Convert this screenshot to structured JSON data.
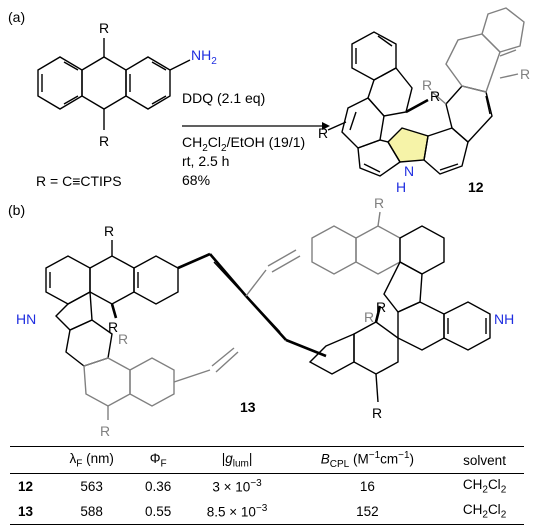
{
  "part_a": {
    "label": "(a)",
    "substituent_R_top": "R",
    "substituent_R_bottom": "R",
    "amine": "NH",
    "amine_sub": "2",
    "r_def_prefix": "R = C",
    "r_def_triple": "≡",
    "r_def_suffix": "CTIPS",
    "reagent": "DDQ (2.1 eq)",
    "solvent_prefix": "CH",
    "solvent_sub1": "2",
    "solvent_mid": "Cl",
    "solvent_sub2": "2",
    "solvent_suffix": "/EtOH (19/1)",
    "conditions": "rt, 2.5 h",
    "yield": "68%",
    "product_R1": "R",
    "product_R2": "R",
    "product_R3": "R",
    "product_R4": "R",
    "product_N": "N",
    "product_H": "H",
    "product_number": "12",
    "colors": {
      "nitrogen": "#1f2ee0",
      "pyrrole_fill": "#f6f3a8",
      "gray_ring": "#808080"
    }
  },
  "part_b": {
    "label": "(b)",
    "left_NH": "HN",
    "right_NH": "NH",
    "R_labels": [
      "R",
      "R",
      "R",
      "R",
      "R",
      "R",
      "R",
      "R"
    ],
    "compound_number": "13"
  },
  "table": {
    "headers": {
      "lambda": "λ",
      "lambda_sub": "F",
      "lambda_unit": " (nm)",
      "phi": "Φ",
      "phi_sub": "F",
      "glum_pre": "|",
      "glum_g": "g",
      "glum_sub": "lum",
      "glum_post": "|",
      "bcpl_b": "B",
      "bcpl_sub": "CPL",
      "bcpl_unit": " (M",
      "bcpl_sup1": "−1",
      "bcpl_mid": "cm",
      "bcpl_sup2": "−1",
      "bcpl_end": ")",
      "solvent": "solvent"
    },
    "rows": [
      {
        "compound": "12",
        "lambda": "563",
        "phi": "0.36",
        "glum_base": "3 × 10",
        "glum_exp": "−3",
        "bcpl": "16",
        "solv_pre": "CH",
        "solv_s1": "2",
        "solv_mid": "Cl",
        "solv_s2": "2"
      },
      {
        "compound": "13",
        "lambda": "588",
        "phi": "0.55",
        "glum_base": "8.5 × 10",
        "glum_exp": "−3",
        "bcpl": "152",
        "solv_pre": "CH",
        "solv_s1": "2",
        "solv_mid": "Cl",
        "solv_s2": "2"
      }
    ]
  }
}
